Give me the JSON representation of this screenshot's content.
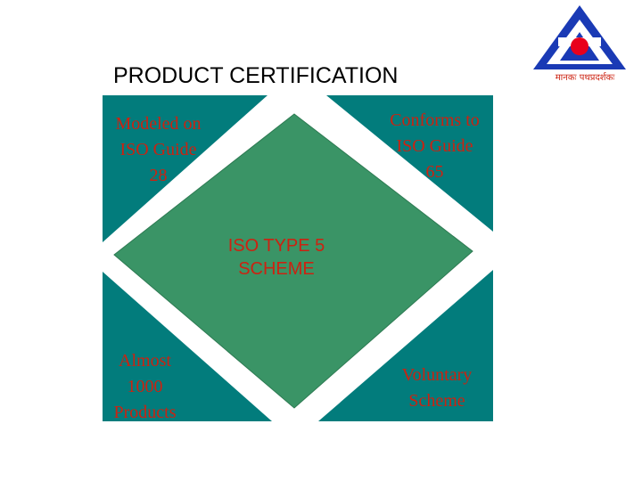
{
  "title": "PRODUCT CERTIFICATION",
  "center": "ISO TYPE 5\nSCHEME",
  "corners": {
    "top_left": "Modeled on\nISO Guide\n28",
    "top_right": "Conforms to\nISO Guide\n65",
    "bottom_left": "Almost\n1000\nProducts",
    "bottom_right": "Voluntary\nScheme"
  },
  "logo": {
    "motto": "मानकः पथप्रदर्शकः",
    "icon": "bis-logo-icon"
  },
  "colors": {
    "teal": "#027c7c",
    "diamond": "#3a9466",
    "text_red": "#cc2211",
    "logo_blue": "#1a3ab5",
    "logo_red": "#e8001c"
  }
}
